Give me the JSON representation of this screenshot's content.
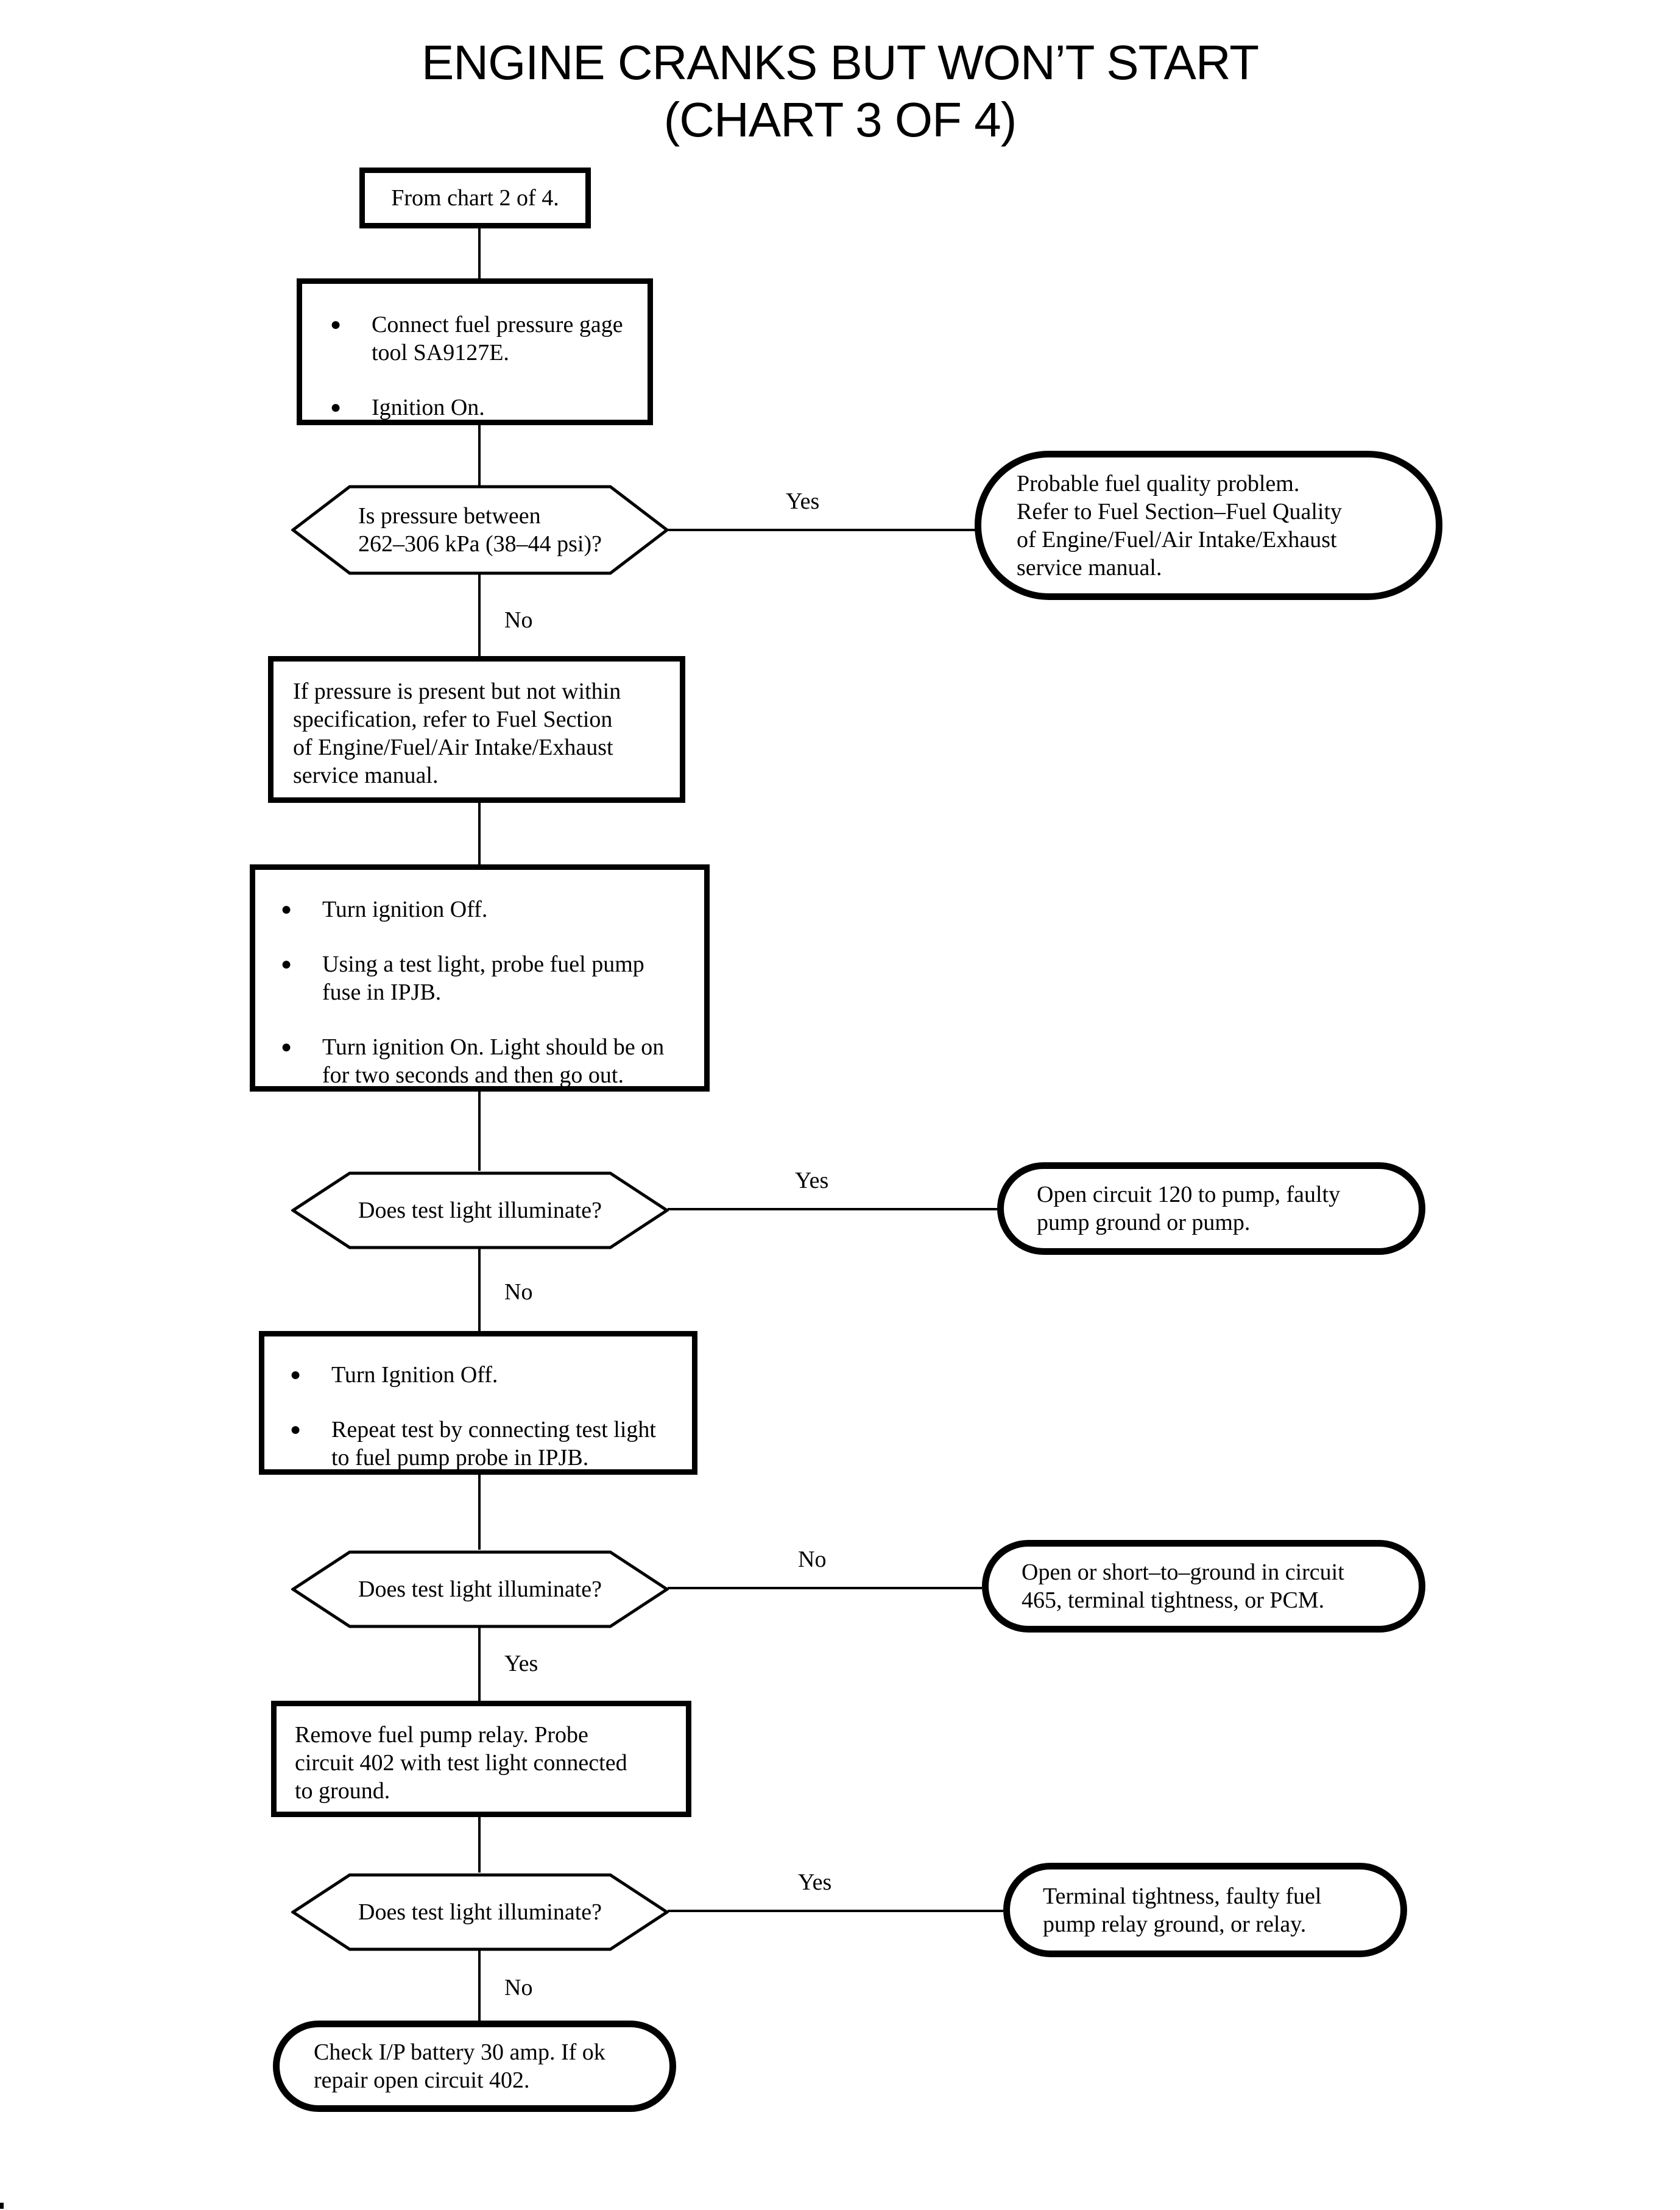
{
  "title": {
    "line1": "ENGINE CRANKS BUT WON’T START",
    "line2": "(CHART 3 OF 4)"
  },
  "flow": {
    "start": {
      "text": "From chart 2 of 4."
    },
    "step_connect_gage": {
      "bullets": [
        {
          "lines": [
            "Connect fuel pressure gage",
            "tool SA9127E."
          ]
        },
        {
          "lines": [
            "Ignition On."
          ]
        }
      ]
    },
    "decision_pressure": {
      "lines": [
        "Is pressure between",
        "262–306 kPa (38–44 psi)?"
      ],
      "yes": "Yes",
      "no": "No"
    },
    "result_fuel_quality": {
      "lines": [
        "Probable fuel quality problem.",
        "Refer to Fuel Section–Fuel Quality",
        "of Engine/Fuel/Air Intake/Exhaust",
        "service manual."
      ]
    },
    "step_pressure_not_in_spec": {
      "lines": [
        "If pressure is present but not within",
        "specification, refer to Fuel Section",
        "of Engine/Fuel/Air Intake/Exhaust",
        "service manual."
      ]
    },
    "step_probe_fuse": {
      "bullets": [
        {
          "lines": [
            "Turn ignition Off."
          ]
        },
        {
          "lines": [
            "Using a test light, probe fuel pump",
            "fuse in IPJB."
          ]
        },
        {
          "lines": [
            "Turn ignition On. Light should be on",
            "for two seconds and then go out."
          ]
        }
      ]
    },
    "decision_light_1": {
      "lines": [
        "Does test light illuminate?"
      ],
      "yes": "Yes",
      "no": "No"
    },
    "result_open_circuit_120": {
      "lines": [
        "Open circuit 120 to pump, faulty",
        "pump ground or pump."
      ]
    },
    "step_repeat_test": {
      "bullets": [
        {
          "lines": [
            "Turn Ignition Off."
          ]
        },
        {
          "lines": [
            "Repeat test by connecting test light",
            "to fuel pump probe in IPJB."
          ]
        }
      ]
    },
    "decision_light_2": {
      "lines": [
        "Does test light illuminate?"
      ],
      "yes": "Yes",
      "no": "No"
    },
    "result_open_circuit_465": {
      "lines": [
        "Open or short–to–ground in circuit",
        "465, terminal tightness, or PCM."
      ]
    },
    "step_remove_relay": {
      "lines": [
        "Remove fuel pump relay. Probe",
        "circuit 402 with test light connected",
        "to ground."
      ]
    },
    "decision_light_3": {
      "lines": [
        "Does test light illuminate?"
      ],
      "yes": "Yes",
      "no": "No"
    },
    "result_terminal_tightness": {
      "lines": [
        "Terminal tightness, faulty fuel",
        "pump relay ground, or relay."
      ]
    },
    "result_check_battery": {
      "lines": [
        "Check I/P battery 30 amp. If ok",
        "repair open circuit 402."
      ]
    }
  }
}
